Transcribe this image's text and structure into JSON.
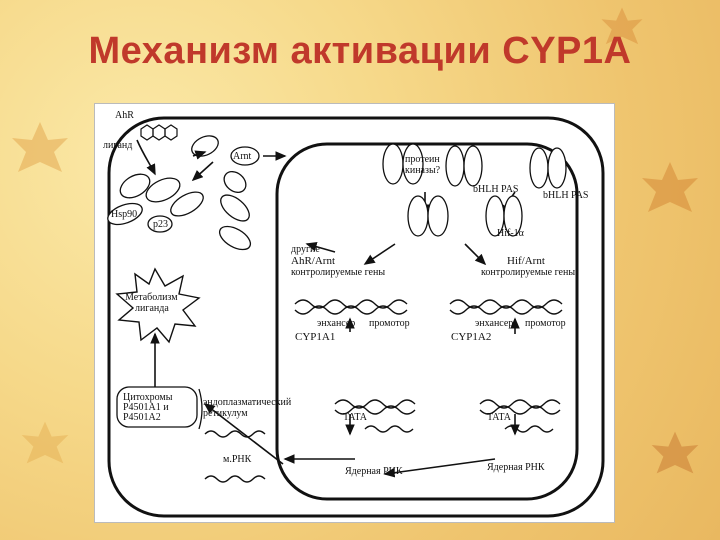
{
  "slide": {
    "title": "Механизм активации CYP1A"
  },
  "diagram": {
    "ahr_top": "AhR",
    "ligand": "лиганд",
    "hsp90": "Hsp90",
    "p23": "p23",
    "arnt": "Arnt",
    "kinase_q": "протеин киназы?",
    "hlh1": "bHLH PAS",
    "hlh2": "bHLH PAS",
    "hif1a": "Hif-1α",
    "other": "другие",
    "ahr_arnt_genes_1": "AhR/Arnt",
    "ahr_arnt_genes_2": "контролируемые гены",
    "hif_arnt_genes_1": "Hif/Arnt",
    "hif_arnt_genes_2": "контролируемые гены",
    "metabolism_1": "Метаболизм",
    "metabolism_2": "лиганда",
    "enhancer_1": "энхансер",
    "promoter_1": "промотор",
    "enhancer_2": "энхансер",
    "promoter_2": "промотор",
    "cyp1a1": "CYP1A1",
    "cyp1a2": "CYP1A2",
    "cytochromes_1": "Цитохромы",
    "cytochromes_2": "P4501A1 и",
    "cytochromes_3": "P4501A2",
    "er_1": "эндоплазматический",
    "er_2": "ретикулум",
    "tata_1": "TATA",
    "tata_2": "TATA",
    "mrna": "м.РНК",
    "nuclear_rna_1": "Ядерная РНК",
    "nuclear_rna_2": "Ядерная РНК"
  },
  "colors": {
    "title": "#c0392b",
    "ink": "#111111",
    "paper": "#ffffff"
  }
}
